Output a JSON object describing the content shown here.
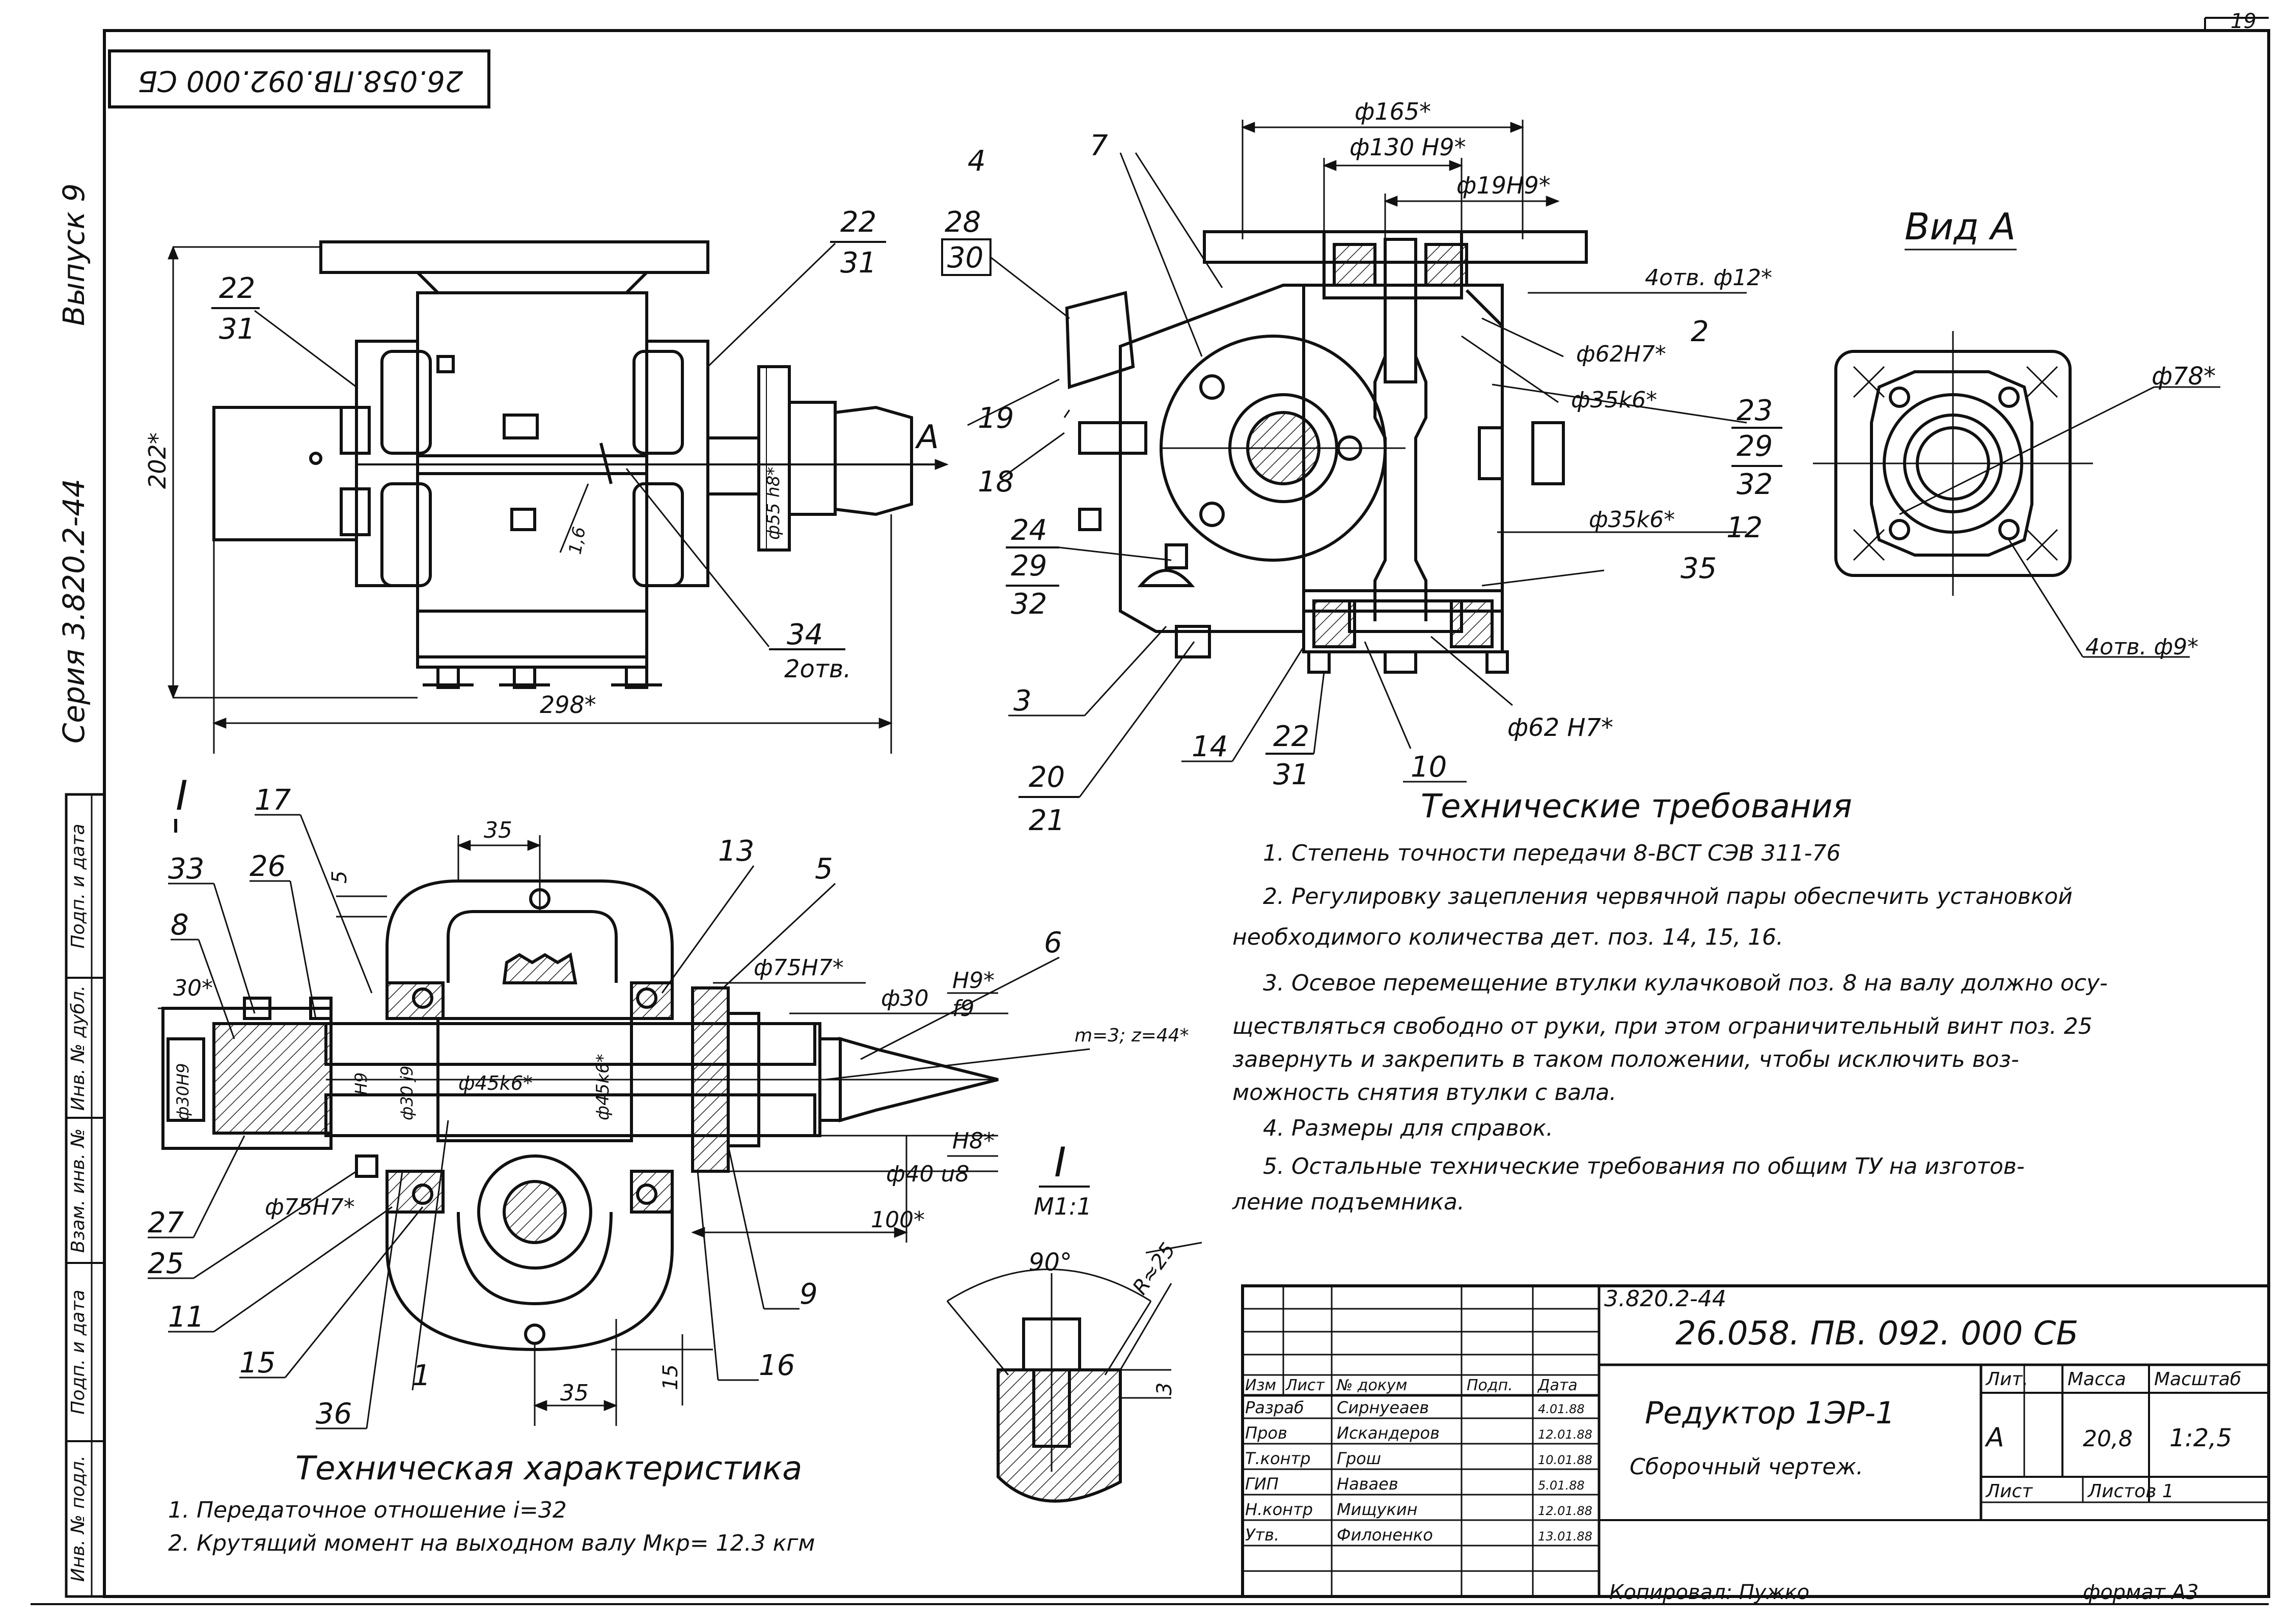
{
  "sheet": {
    "page_number": "19",
    "stamp_reversed": "26.058.ПВ.092.000 СБ",
    "issue": "Выпуск 9",
    "series": "Серия 3.820.2-44"
  },
  "left_column": {
    "labels": [
      "Подп. и дата",
      "Инв. № дубл.",
      "Взам. инв. №",
      "Подп. и дата",
      "Инв. № подл."
    ]
  },
  "front_view": {
    "dims": {
      "height": "202*",
      "width": "298*",
      "flange_dia": "ф55 h8*",
      "slope": "1,6"
    },
    "callouts": {
      "c22_31_left": {
        "top": "22",
        "bottom": "31"
      },
      "c22_31_right": {
        "top": "22",
        "bottom": "31"
      },
      "c34": {
        "top": "34",
        "bottom": "2отв."
      },
      "arrow_a": "А"
    }
  },
  "side_view": {
    "dims": {
      "d165": "ф165*",
      "d130": "ф130 H9*",
      "d19": "ф19H9*",
      "holes12": "4отв. ф12*",
      "d62a": "ф62H7*",
      "d35a": "ф35k6*",
      "d35b": "ф35k6*",
      "d62b": "ф62 H7*"
    },
    "positions": {
      "p4": "4",
      "p7": "7",
      "p2": "2",
      "p12": "12",
      "p35": "35",
      "p19": "19",
      "p18": "18",
      "p3": "3",
      "p14": "14",
      "p10": "10"
    },
    "callouts": {
      "c28_30": {
        "top": "28",
        "bottom": "30"
      },
      "c24_29_32": {
        "a": "24",
        "b": "29",
        "c": "32"
      },
      "c23_29_32": {
        "a": "23",
        "b": "29",
        "c": "32"
      },
      "c20_21": {
        "top": "20",
        "bottom": "21"
      },
      "c22_31": {
        "top": "22",
        "bottom": "31"
      }
    }
  },
  "view_a": {
    "title": "Вид А",
    "dims": {
      "d78": "ф78*",
      "holes9": "4отв. ф9*"
    }
  },
  "section_view": {
    "label_i": "I",
    "dims": {
      "d35_top": "35",
      "d5": "5",
      "d30": "30*",
      "d75a": "ф75H7*",
      "d30_fit": "ф30",
      "fit_h9": "H9*",
      "fit_f9": "f9",
      "module": "m=3; z=44*",
      "d45a": "ф45k6*",
      "d45b": "ф45k6*",
      "d30j9": "ф30 j9",
      "d40": "ф40 u8",
      "fit_h8": "H8*",
      "d100": "100*",
      "d75b": "ф75H7*",
      "d35_bottom": "35",
      "d15": "15",
      "side_a": "ф30H9",
      "side_b": "H9"
    },
    "positions": {
      "p17": "17",
      "p33": "33",
      "p26": "26",
      "p8": "8",
      "p13": "13",
      "p5": "5",
      "p6": "6",
      "p27": "27",
      "p25": "25",
      "p11": "11",
      "p15": "15",
      "p36": "36",
      "p1": "1",
      "p16": "16",
      "p9": "9"
    }
  },
  "detail_view": {
    "title": "I",
    "scale": "М1:1",
    "angle": "90°",
    "radius": "R≈25",
    "dim3": "3"
  },
  "tech_requirements": {
    "title": "Технические требования",
    "lines": [
      "1. Степень точности передачи 8-ВСТ СЭВ 311-76",
      "2. Регулировку зацепления червячной пары обеспечить установкой",
      "необходимого количества дет. поз. 14, 15, 16.",
      "3. Осевое перемещение втулки кулачковой поз. 8 на валу должно осу-",
      "ществляться свободно от руки, при этом ограничительный винт поз. 25",
      "завернуть и закрепить в таком положении, чтобы исключить воз-",
      "можность снятия втулки с вала.",
      "4. Размеры для справок.",
      "5. Остальные технические требования по общим ТУ на изготов-",
      "ление подъемника."
    ]
  },
  "tech_characteristics": {
    "title": "Техническая характеристика",
    "lines": [
      "1. Передаточное отношение  i=32",
      "2. Крутящий момент на выходном валу  Мкр= 12.3 кгм"
    ]
  },
  "title_block": {
    "series": "3.820.2-44",
    "doc_number": "26.058. ПВ. 092. 000 СБ",
    "product": "Редуктор  1ЭР-1",
    "doc_type": "Сборочный  чертеж.",
    "headers": {
      "izm": "Изм",
      "list": "Лист",
      "ndoc": "№ докум",
      "sign": "Подп.",
      "date": "Дата"
    },
    "lit_label": "Лит.",
    "mass_label": "Масса",
    "scale_label": "Масштаб",
    "lit": "А",
    "mass": "20,8",
    "scale": "1:2,5",
    "sheet_label": "Лист",
    "sheets_label": "Листов 1",
    "roles": [
      {
        "role": "Разраб",
        "name": "Сирнуеаев",
        "date": "4.01.88"
      },
      {
        "role": "Пров",
        "name": "Искандеров",
        "date": "12.01.88"
      },
      {
        "role": "Т.контр",
        "name": "Грош",
        "date": "10.01.88"
      },
      {
        "role": "ГИП",
        "name": "Наваев",
        "date": "5.01.88"
      },
      {
        "role": "Н.контр",
        "name": "Мищукин",
        "date": "12.01.88"
      },
      {
        "role": "Утв.",
        "name": "Филоненко",
        "date": "13.01.88"
      }
    ]
  },
  "footer": {
    "copied": "Копировал:  Пужко",
    "format": "формат А3"
  }
}
